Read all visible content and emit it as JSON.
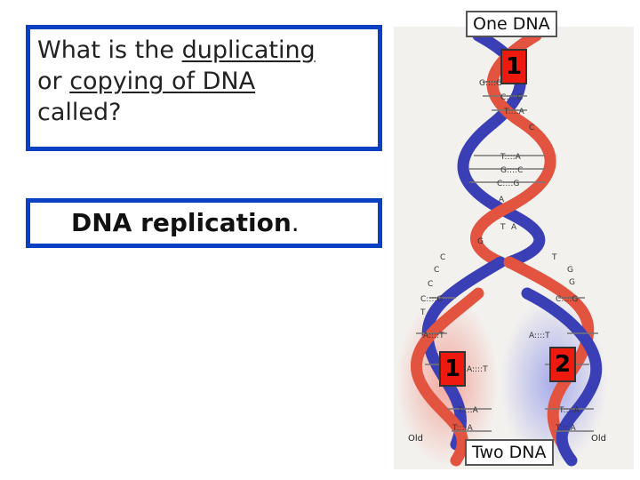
{
  "question": {
    "part1": "What is the ",
    "underline1": "duplicating",
    "part2": "or ",
    "underline2": "copying of DNA",
    "part3": "called?"
  },
  "answer": {
    "text": "DNA replication",
    "period": "."
  },
  "figure": {
    "top_label": "One  DNA",
    "bottom_label": "Two  DNA",
    "marker_top": "1",
    "marker_left": "1",
    "marker_right": "2",
    "old_left": "Old",
    "old_right": "Old",
    "base_pairs": [
      "G::::C",
      "C::::G",
      "T::::A",
      "C",
      "T::::A",
      "G::::C",
      "C::::G",
      "A",
      "T",
      "A",
      "G",
      "C",
      "T",
      "G",
      "C",
      "C",
      "G",
      "C::::G",
      "C::::G",
      "T",
      "A::::T",
      "A::::T",
      "A::::T",
      "C",
      "T::::A",
      "T::::A",
      "T::::A",
      "T::::A"
    ],
    "colors": {
      "blue_strand": "#3a3fb6",
      "red_strand": "#e2543f",
      "frame": "#0b3fc4",
      "marker": "#ef1a0f"
    }
  }
}
